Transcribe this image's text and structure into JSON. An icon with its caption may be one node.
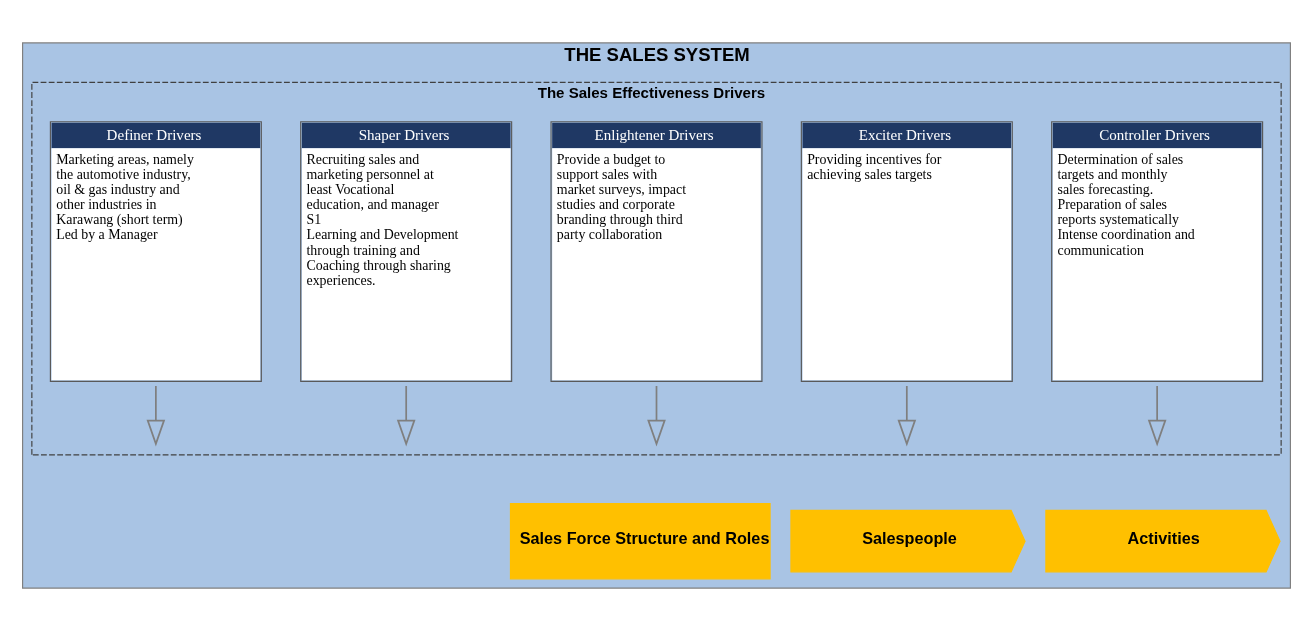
{
  "diagram": {
    "nodes": [
      {
        "text": [
          "THE SALES SYSTEM"
        ]
      },
      {
        "text": [
          "The Sales Effectiveness Drivers"
        ],
        "in": 0
      },
      {
        "text": [
          "Definer Drivers",
          "Marketing areas, namely the automotive industry, oil & gas industry and other industries in Karawang (short term)",
          "Led by a Manager"
        ],
        "in": 1
      },
      {
        "text": [
          "Shaper Drivers",
          "Recruiting sales and marketing personnel at least Vocational education, and manager S1",
          "Learning and Development through training and Coaching through sharing experiences."
        ],
        "in": 1
      },
      {
        "text": [
          "Enlightener Drivers",
          "Provide a budget to support sales with market surveys, impact studies and corporate branding through third party collaboration"
        ],
        "in": 1
      },
      {
        "text": [
          "Exciter Drivers",
          "Providing incentives for achieving sales targets"
        ],
        "in": 1
      },
      {
        "text": [
          "Controller Drivers",
          "Determination of sales targets and monthly sales forecasting.",
          "Preparation of sales reports systematically",
          "Intense coordination and communication"
        ],
        "in": 1
      },
      {
        "text": [
          "Sales Force Structure and Roles"
        ],
        "in": 0
      },
      {
        "text": [
          "Salespeople"
        ],
        "in": 0
      },
      {
        "text": [
          "Activities"
        ],
        "in": 0
      }
    ],
    "edges": [
      {
        "from": 2,
        "to": null,
        "arrow": "to"
      },
      {
        "from": 3,
        "to": null,
        "arrow": "to"
      },
      {
        "from": 4,
        "to": null,
        "arrow": "to"
      },
      {
        "from": 5,
        "to": null,
        "arrow": "to"
      },
      {
        "from": 6,
        "to": null,
        "arrow": "to"
      }
    ]
  }
}
